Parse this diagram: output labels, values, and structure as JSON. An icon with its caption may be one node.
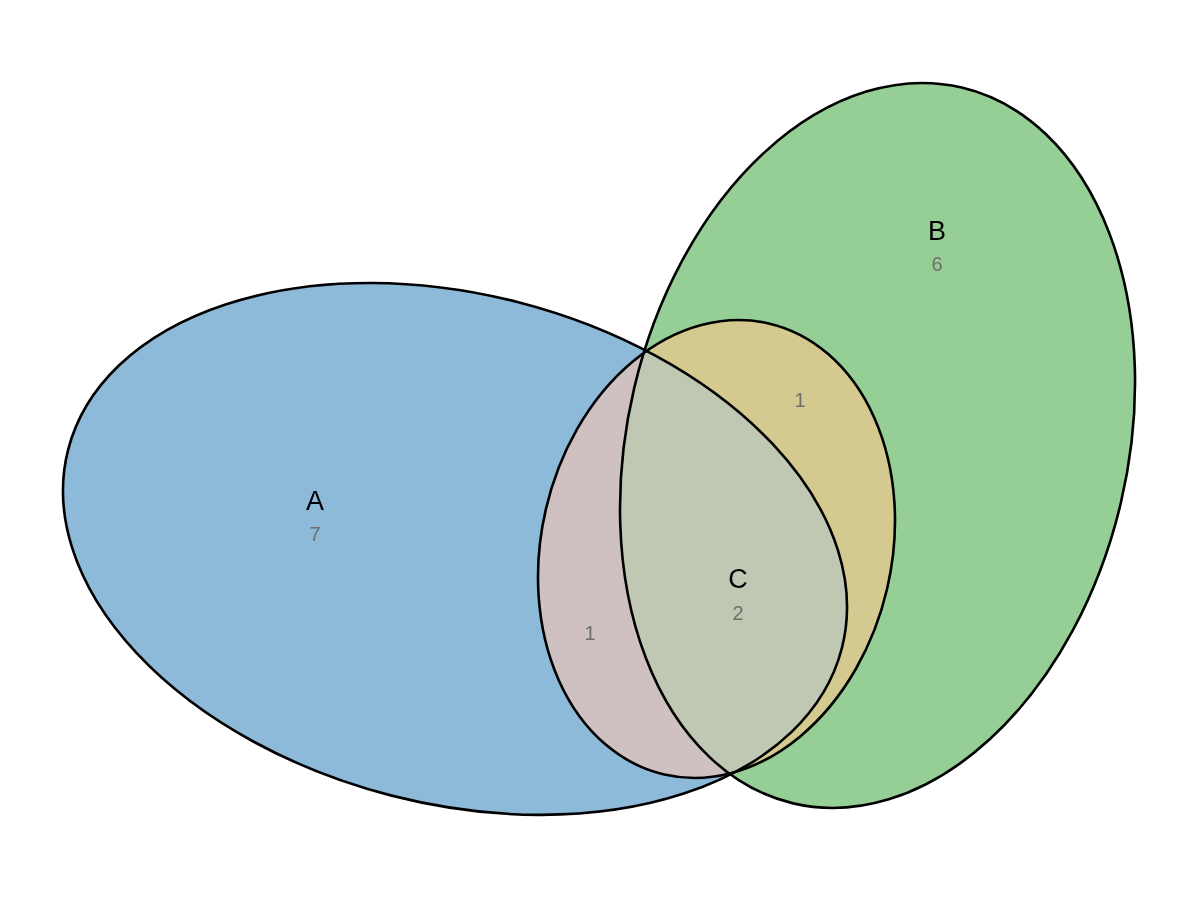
{
  "diagram": {
    "nodes": [
      {
        "text": [
          "A",
          "7"
        ]
      },
      {
        "text": [
          "B",
          "6"
        ]
      },
      {
        "text": [
          "C",
          "2"
        ]
      }
    ],
    "labels": [
      "1",
      "1"
    ]
  }
}
